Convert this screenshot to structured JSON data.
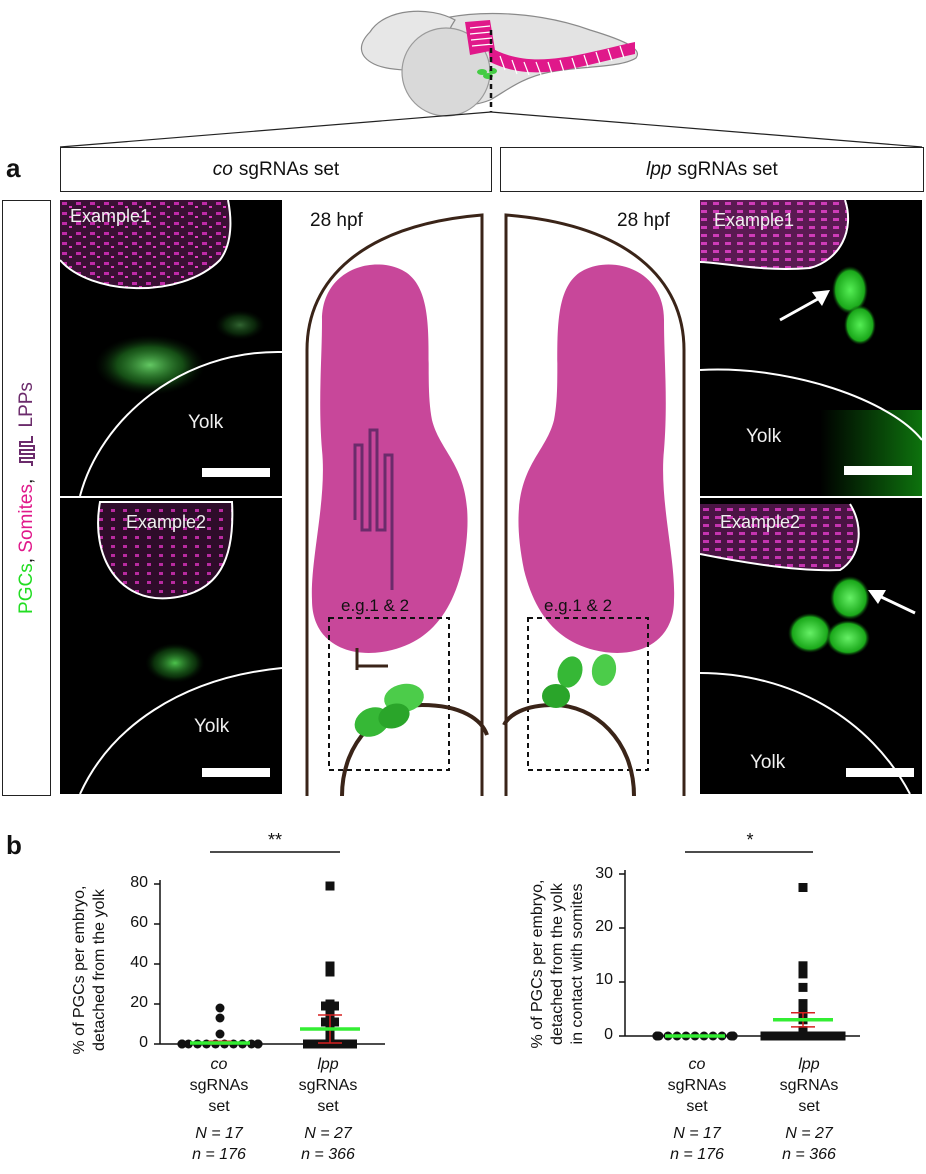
{
  "panel_a_letter": "a",
  "panel_b_letter": "b",
  "conditions": {
    "co": {
      "italic": "co",
      "suffix": "sgRNAs set"
    },
    "lpp": {
      "italic": "lpp",
      "suffix": "sgRNAs set"
    }
  },
  "side_label": {
    "pgcs": "PGCs",
    "sep1": ", ",
    "somites": "Somites",
    "sep2": ", ",
    "lpps": "LPPs"
  },
  "micrographs": {
    "example1": "Example1",
    "example2": "Example2",
    "yolk": "Yolk"
  },
  "schematic": {
    "hpf": "28 hpf",
    "eg": "e.g.1 & 2"
  },
  "colors": {
    "pgc_green": "#22dd22",
    "somite_magenta": "#c8479a",
    "lpp_purple": "#6b2b6b",
    "outline_brown": "#3a2418",
    "mean_green": "#33ee33",
    "error_red": "#d62020"
  },
  "group_labels": {
    "co": {
      "line1": "co",
      "line2": "sgRNAs",
      "line3": "set",
      "N": "N = 17",
      "n": "n = 176"
    },
    "lpp": {
      "line1": "lpp",
      "line2": "sgRNAs",
      "line3": "set",
      "N": "N = 27",
      "n": "n = 366"
    }
  },
  "chart_data": [
    {
      "type": "scatter",
      "ylabel_line1": "% of PGCs per embryo,",
      "ylabel_line2": "detached from the yolk",
      "ylabel_line3": "",
      "ylim": [
        0,
        80
      ],
      "yticks": [
        "0",
        "20",
        "40",
        "60",
        "80"
      ],
      "significance": "**",
      "series": [
        {
          "group": "co",
          "marker": "circle",
          "values": [
            18,
            13,
            5,
            0,
            0,
            0,
            0,
            0,
            0,
            0,
            0,
            0,
            0,
            0,
            0,
            0,
            0
          ],
          "mean": 0.5,
          "sem": 0.9
        },
        {
          "group": "lpp",
          "marker": "square",
          "values": [
            79,
            39,
            37,
            36,
            20,
            19,
            19,
            18,
            15,
            14,
            13,
            12,
            11,
            11,
            10,
            8,
            7,
            5,
            4,
            3,
            2,
            0,
            0,
            0,
            0,
            0,
            0
          ],
          "mean": 7.5,
          "sem": 7
        }
      ]
    },
    {
      "type": "scatter",
      "ylabel_line1": "% of PGCs per embryo,",
      "ylabel_line2": "detached from the yolk",
      "ylabel_line3": "in contact with somites",
      "ylim": [
        0,
        30
      ],
      "yticks": [
        "0",
        "10",
        "20",
        "30"
      ],
      "significance": "*",
      "series": [
        {
          "group": "co",
          "marker": "circle",
          "values": [
            0,
            0,
            0,
            0,
            0,
            0,
            0,
            0,
            0,
            0,
            0,
            0,
            0,
            0,
            0,
            0,
            0
          ],
          "mean": 0,
          "sem": 0
        },
        {
          "group": "lpp",
          "marker": "square",
          "values": [
            27.5,
            13,
            11.5,
            9,
            6,
            5.5,
            4,
            3,
            1,
            0,
            0,
            0,
            0,
            0,
            0,
            0,
            0,
            0,
            0,
            0,
            0,
            0,
            0,
            0,
            0,
            0,
            0
          ],
          "mean": 3,
          "sem": 1.3
        }
      ]
    }
  ]
}
